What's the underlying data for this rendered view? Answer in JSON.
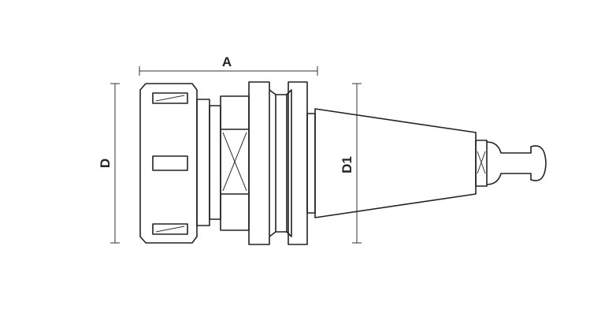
{
  "drawing": {
    "dimensions": {
      "A": "A",
      "D": "D",
      "D1": "D1"
    },
    "colors": {
      "line": "#222222",
      "background": "#ffffff"
    }
  }
}
